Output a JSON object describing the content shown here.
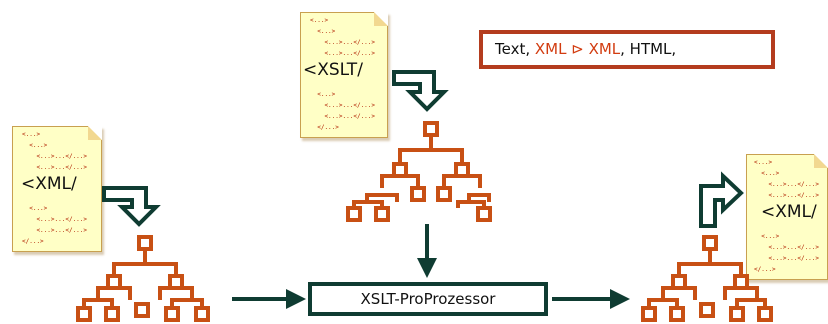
{
  "docs": {
    "xslt": {
      "lines": [
        "<...>",
        "  <...>",
        "    <...>...</...>",
        "    <...>...</...>",
        "",
        "  <...>",
        "    <...>...</...>",
        "    <...>...</...>",
        "  </...>"
      ],
      "label": "<XSLT/"
    },
    "xml_input": {
      "lines": [
        "<...>",
        "  <...>",
        "    <...>...</...>",
        "    <...>...</...>",
        "",
        "  <...>",
        "    <...>...</...>",
        "    <...>...</...>",
        "</...>"
      ],
      "label": "<XML/"
    },
    "xml_output": {
      "lines": [
        "<...>",
        "  <...>",
        "    <...>...</...>",
        "    <...>...</...>",
        "",
        "  <...>",
        "    <...>...</...>",
        "    <...>...</...>",
        "</...>"
      ],
      "label": "<XML/"
    }
  },
  "output_box": {
    "part1": "Text, ",
    "part2": "XML ",
    "symbol": "⊳",
    "part3": " XML",
    "part4": ", HTML,"
  },
  "processor": {
    "label": "XSLT-ProProzessor"
  },
  "colors": {
    "tree": "#c85014",
    "arrow": "#0f3c32",
    "doc_bg": "#ffffc6",
    "box_border": "#b43c1e"
  }
}
